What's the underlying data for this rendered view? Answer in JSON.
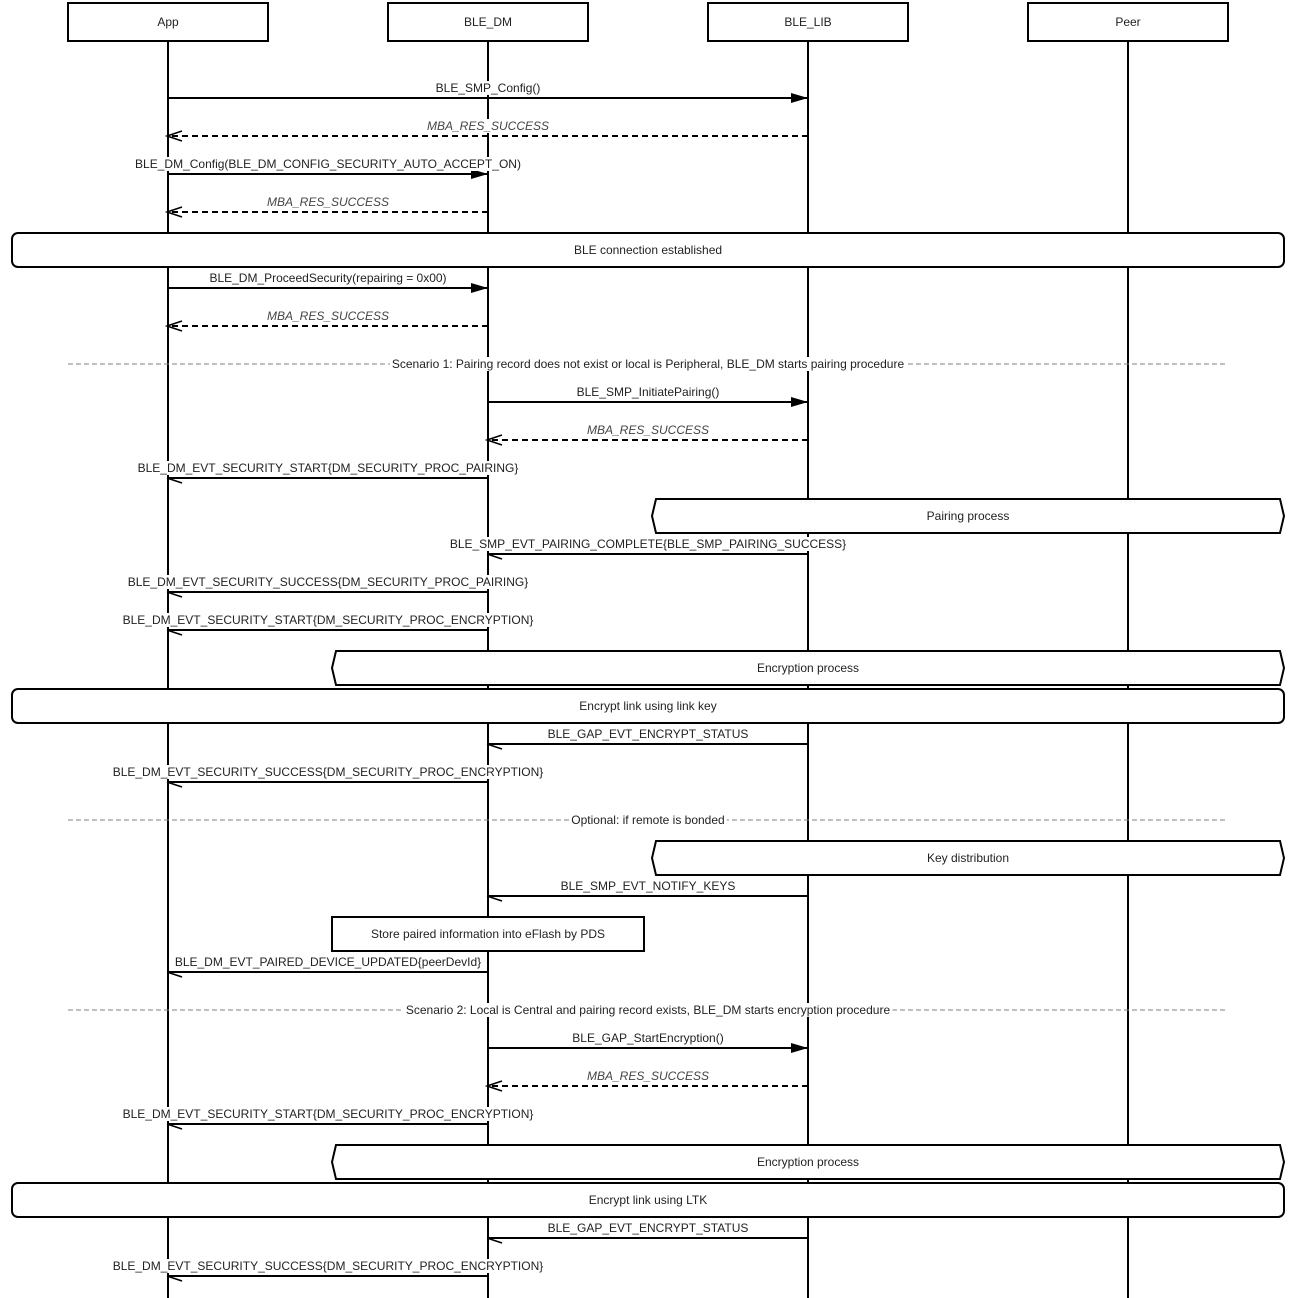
{
  "participants": [
    {
      "id": "app",
      "label": "App"
    },
    {
      "id": "dm",
      "label": "BLE_DM"
    },
    {
      "id": "lib",
      "label": "BLE_LIB"
    },
    {
      "id": "peer",
      "label": "Peer"
    }
  ],
  "colors": {
    "line": "#000000",
    "divider": "#808080",
    "background": "#ffffff"
  },
  "events": [
    {
      "type": "sync",
      "from": "app",
      "to": "lib",
      "label": "BLE_SMP_Config()"
    },
    {
      "type": "return",
      "from": "lib",
      "to": "app",
      "label": "MBA_RES_SUCCESS"
    },
    {
      "type": "sync",
      "from": "app",
      "to": "dm",
      "label": "BLE_DM_Config(BLE_DM_CONFIG_SECURITY_AUTO_ACCEPT_ON)"
    },
    {
      "type": "return",
      "from": "dm",
      "to": "app",
      "label": "MBA_RES_SUCCESS"
    },
    {
      "type": "note-rounded",
      "from": "app",
      "to": "peer",
      "label": "BLE connection established"
    },
    {
      "type": "sync",
      "from": "app",
      "to": "dm",
      "label": "BLE_DM_ProceedSecurity(repairing = 0x00)"
    },
    {
      "type": "return",
      "from": "dm",
      "to": "app",
      "label": "MBA_RES_SUCCESS"
    },
    {
      "type": "divider",
      "label": "Scenario 1: Pairing record does not exist or local is Peripheral, BLE_DM starts pairing procedure"
    },
    {
      "type": "sync",
      "from": "dm",
      "to": "lib",
      "label": "BLE_SMP_InitiatePairing()"
    },
    {
      "type": "return",
      "from": "lib",
      "to": "dm",
      "label": "MBA_RES_SUCCESS"
    },
    {
      "type": "async",
      "from": "dm",
      "to": "app",
      "label": "BLE_DM_EVT_SECURITY_START{DM_SECURITY_PROC_PAIRING}"
    },
    {
      "type": "note-hex",
      "from": "lib",
      "to": "peer",
      "label": "Pairing process"
    },
    {
      "type": "async",
      "from": "lib",
      "to": "dm",
      "label": "BLE_SMP_EVT_PAIRING_COMPLETE{BLE_SMP_PAIRING_SUCCESS}"
    },
    {
      "type": "async",
      "from": "dm",
      "to": "app",
      "label": "BLE_DM_EVT_SECURITY_SUCCESS{DM_SECURITY_PROC_PAIRING}"
    },
    {
      "type": "async",
      "from": "dm",
      "to": "app",
      "label": "BLE_DM_EVT_SECURITY_START{DM_SECURITY_PROC_ENCRYPTION}"
    },
    {
      "type": "note-hex",
      "from": "dm",
      "to": "peer",
      "label": "Encryption process"
    },
    {
      "type": "note-rounded",
      "from": "app",
      "to": "peer",
      "label": "Encrypt link using link key"
    },
    {
      "type": "async",
      "from": "lib",
      "to": "dm",
      "label": "BLE_GAP_EVT_ENCRYPT_STATUS"
    },
    {
      "type": "async",
      "from": "dm",
      "to": "app",
      "label": "BLE_DM_EVT_SECURITY_SUCCESS{DM_SECURITY_PROC_ENCRYPTION}"
    },
    {
      "type": "divider",
      "label": "Optional: if remote is bonded"
    },
    {
      "type": "note-hex",
      "from": "lib",
      "to": "peer",
      "label": "Key distribution"
    },
    {
      "type": "async",
      "from": "lib",
      "to": "dm",
      "label": "BLE_SMP_EVT_NOTIFY_KEYS"
    },
    {
      "type": "note-rect",
      "from": "dm",
      "to": "dm",
      "label": "Store paired information into eFlash by PDS"
    },
    {
      "type": "async",
      "from": "dm",
      "to": "app",
      "label": "BLE_DM_EVT_PAIRED_DEVICE_UPDATED{peerDevId}"
    },
    {
      "type": "divider",
      "label": "Scenario 2: Local is Central and pairing record exists, BLE_DM starts encryption procedure"
    },
    {
      "type": "sync",
      "from": "dm",
      "to": "lib",
      "label": "BLE_GAP_StartEncryption()"
    },
    {
      "type": "return",
      "from": "lib",
      "to": "dm",
      "label": "MBA_RES_SUCCESS"
    },
    {
      "type": "async",
      "from": "dm",
      "to": "app",
      "label": "BLE_DM_EVT_SECURITY_START{DM_SECURITY_PROC_ENCRYPTION}"
    },
    {
      "type": "note-hex",
      "from": "dm",
      "to": "peer",
      "label": "Encryption process"
    },
    {
      "type": "note-rounded",
      "from": "app",
      "to": "peer",
      "label": "Encrypt link using LTK"
    },
    {
      "type": "async",
      "from": "lib",
      "to": "dm",
      "label": "BLE_GAP_EVT_ENCRYPT_STATUS"
    },
    {
      "type": "async",
      "from": "dm",
      "to": "app",
      "label": "BLE_DM_EVT_SECURITY_SUCCESS{DM_SECURITY_PROC_ENCRYPTION}"
    }
  ]
}
